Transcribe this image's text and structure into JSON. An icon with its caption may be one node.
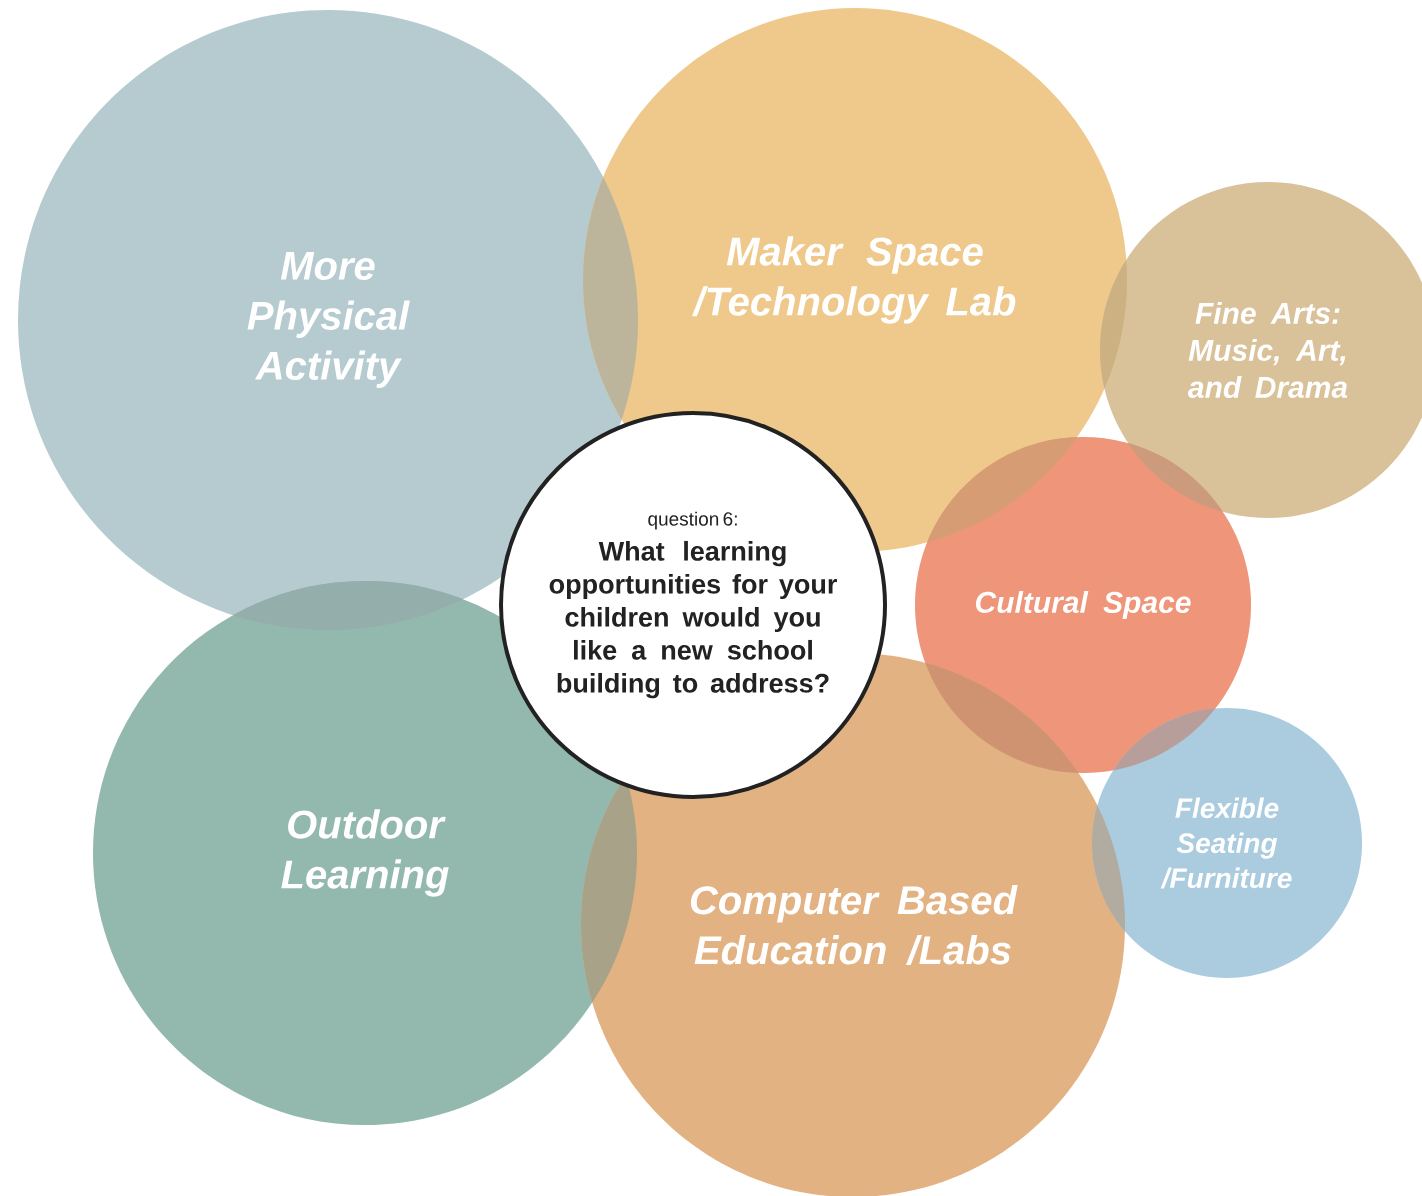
{
  "diagram": {
    "nodes": [
      {
        "text": [
          "More Physical Activity"
        ]
      },
      {
        "text": [
          "Maker Space /Technology Lab"
        ]
      },
      {
        "text": [
          "Fine Arts: Music, Art, and Drama"
        ]
      },
      {
        "text": [
          "question 6:",
          "What learning opportunities for your children would you like a new school building to address?"
        ]
      },
      {
        "text": [
          "Cultural Space"
        ]
      },
      {
        "text": [
          "Outdoor Learning"
        ]
      },
      {
        "text": [
          "Computer Based Education /Labs"
        ]
      },
      {
        "text": [
          "Flexible Seating /Furniture"
        ]
      }
    ]
  }
}
